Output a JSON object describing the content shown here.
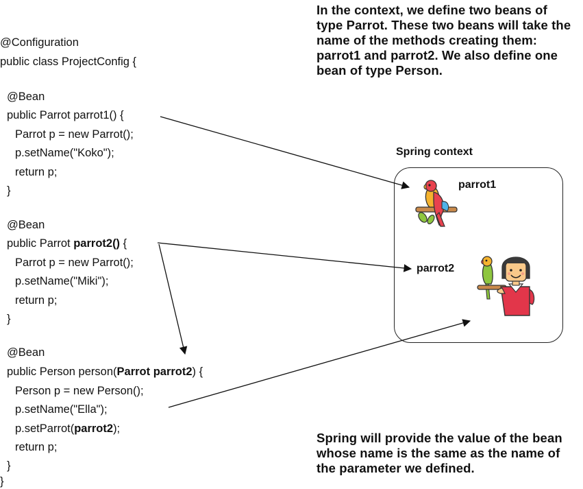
{
  "code": {
    "lines": [
      {
        "indent": 0,
        "parts": [
          {
            "text": "@Configuration"
          }
        ]
      },
      {
        "indent": 0,
        "parts": [
          {
            "text": "public class ProjectConfig {"
          }
        ]
      },
      {
        "indent": 1,
        "parts": [
          {
            "text": "@Bean"
          }
        ]
      },
      {
        "indent": 1,
        "parts": [
          {
            "text": "public Parrot parrot1() {"
          }
        ]
      },
      {
        "indent": 2,
        "parts": [
          {
            "text": "Parrot p = new Parrot();"
          }
        ]
      },
      {
        "indent": 2,
        "parts": [
          {
            "text": "p.setName(\"Koko\");"
          }
        ]
      },
      {
        "indent": 2,
        "parts": [
          {
            "text": "return p;"
          }
        ]
      },
      {
        "indent": 1,
        "parts": [
          {
            "text": "}"
          }
        ]
      },
      {
        "indent": 1,
        "parts": [
          {
            "text": "@Bean"
          }
        ]
      },
      {
        "indent": 1,
        "parts": [
          {
            "text": "public Parrot "
          },
          {
            "text": "parrot2()",
            "bold": true
          },
          {
            "text": " {"
          }
        ]
      },
      {
        "indent": 2,
        "parts": [
          {
            "text": "Parrot p = new Parrot();"
          }
        ]
      },
      {
        "indent": 2,
        "parts": [
          {
            "text": "p.setName(\"Miki\");"
          }
        ]
      },
      {
        "indent": 2,
        "parts": [
          {
            "text": "return p;"
          }
        ]
      },
      {
        "indent": 1,
        "parts": [
          {
            "text": "}"
          }
        ]
      },
      {
        "indent": 1,
        "parts": [
          {
            "text": "@Bean"
          }
        ]
      },
      {
        "indent": 1,
        "parts": [
          {
            "text": "public Person person("
          },
          {
            "text": "Parrot parrot2",
            "bold": true
          },
          {
            "text": ") {"
          }
        ]
      },
      {
        "indent": 2,
        "parts": [
          {
            "text": "Person p = new Person();"
          }
        ]
      },
      {
        "indent": 2,
        "parts": [
          {
            "text": "p.setName(\"Ella\");"
          }
        ]
      },
      {
        "indent": 2,
        "parts": [
          {
            "text": "p.setParrot("
          },
          {
            "text": "parrot2",
            "bold": true
          },
          {
            "text": ");"
          }
        ]
      },
      {
        "indent": 2,
        "parts": [
          {
            "text": "return p;"
          }
        ]
      },
      {
        "indent": 1,
        "parts": [
          {
            "text": "}"
          }
        ]
      },
      {
        "indent": 0,
        "parts": [
          {
            "text": "}"
          }
        ]
      }
    ]
  },
  "annotations": {
    "top": "In the context, we define two beans of type Parrot. These two beans will take the name of the methods creating them: parrot1 and parrot2. We also define one bean of type Person.",
    "bottom": "Spring will provide the value of the bean whose name is the same as the name of the parameter we defined."
  },
  "context": {
    "title": "Spring context",
    "beans": {
      "parrot1": "parrot1",
      "parrot2": "parrot2"
    },
    "icons": [
      "parrot-on-perch-icon",
      "person-holding-parrot-icon"
    ]
  },
  "colors": {
    "parrot_red": "#e8424e",
    "parrot_yellow": "#f5b32e",
    "parrot_green": "#8ec63f",
    "perch_brown": "#c98a4b",
    "person_red": "#e2364a",
    "skin": "#f9c98a",
    "hair": "#3a3a3a"
  }
}
